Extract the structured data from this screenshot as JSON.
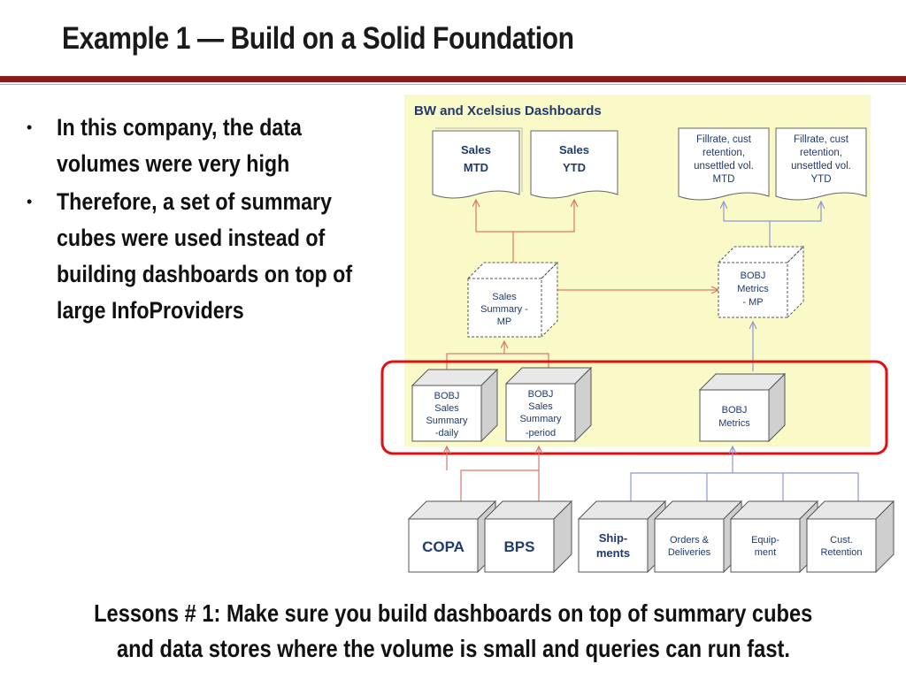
{
  "title": "Example 1 — Build on a Solid Foundation",
  "bullets": [
    "In this company, the data volumes were very high",
    "Therefore, a set of summary cubes were used instead of building dashboards on top of large InfoProviders"
  ],
  "diagram": {
    "panel_title": "BW and Xcelsius Dashboards",
    "reports": [
      [
        "Sales",
        "MTD"
      ],
      [
        "Sales",
        "YTD"
      ],
      [
        "Fillrate, cust",
        "retention,",
        "unsettled vol.",
        "MTD"
      ],
      [
        "Fillrate, cust",
        "retention,",
        "unsettled vol.",
        "YTD"
      ]
    ],
    "multiproviders": [
      [
        "Sales",
        "Summary -",
        "MP"
      ],
      [
        "BOBJ",
        "Metrics",
        "- MP"
      ]
    ],
    "summary_cubes": [
      [
        "BOBJ",
        "Sales",
        "Summary",
        "-daily"
      ],
      [
        "BOBJ",
        "Sales",
        "Summary",
        "-period"
      ],
      [
        "BOBJ",
        "Metrics"
      ]
    ],
    "sources": [
      [
        "COPA"
      ],
      [
        "BPS"
      ],
      [
        "Ship-",
        "ments"
      ],
      [
        "Orders &",
        "Deliveries"
      ],
      [
        "Equip-",
        "ment"
      ],
      [
        "Cust.",
        "Retention"
      ]
    ]
  },
  "lesson": [
    "Lessons # 1: Make sure you build dashboards on top of summary cubes",
    "and data stores where the volume is small and queries can run fast."
  ],
  "colors": {
    "rule": "#8b1a1a",
    "panel": "#fafac8",
    "highlight": "#e01010",
    "red_arrow": "#d9776b",
    "blue_arrow": "#8c96d8",
    "box_text": "#1f3a6e"
  }
}
